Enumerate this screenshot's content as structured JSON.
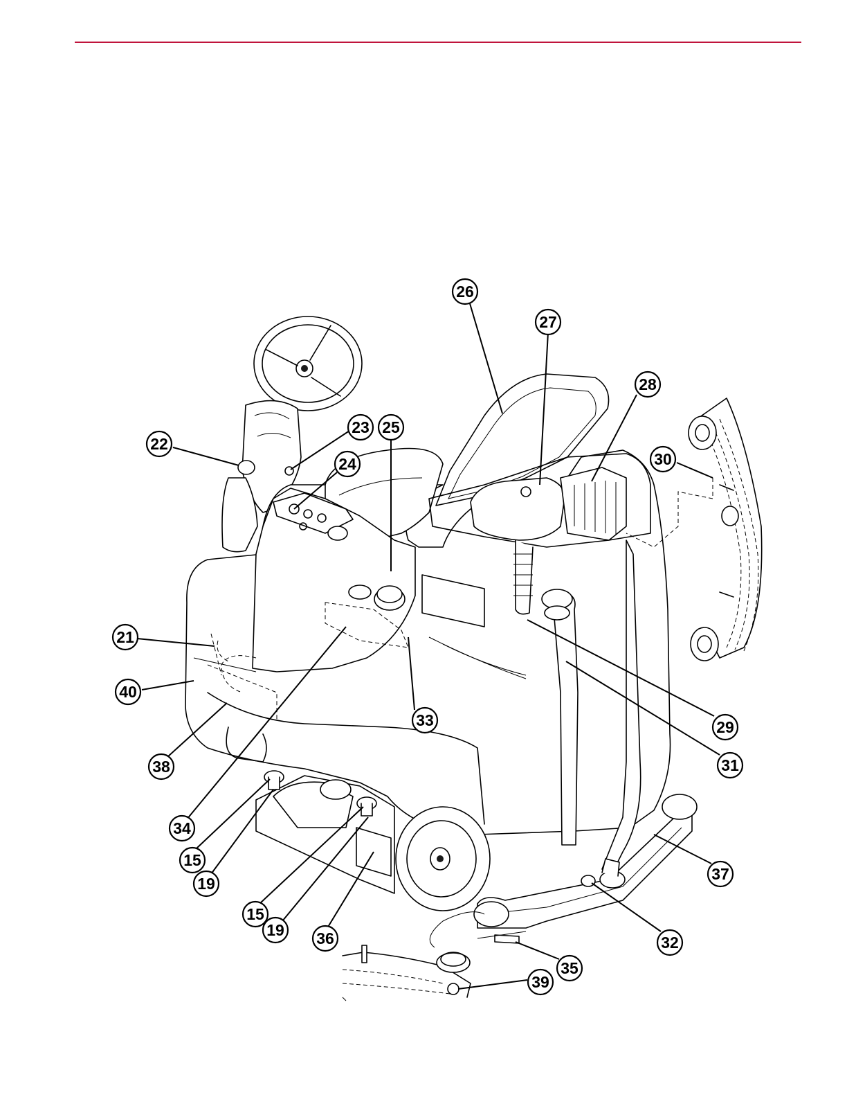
{
  "colors": {
    "header_rule": "#c0143c",
    "ink": "#000000"
  },
  "callouts": [
    {
      "id": "c26",
      "label": "26"
    },
    {
      "id": "c27",
      "label": "27"
    },
    {
      "id": "c28",
      "label": "28"
    },
    {
      "id": "c30",
      "label": "30"
    },
    {
      "id": "c22",
      "label": "22"
    },
    {
      "id": "c23",
      "label": "23"
    },
    {
      "id": "c25",
      "label": "25"
    },
    {
      "id": "c24",
      "label": "24"
    },
    {
      "id": "c21",
      "label": "21"
    },
    {
      "id": "c40",
      "label": "40"
    },
    {
      "id": "c33",
      "label": "33"
    },
    {
      "id": "c29",
      "label": "29"
    },
    {
      "id": "c31",
      "label": "31"
    },
    {
      "id": "c38",
      "label": "38"
    },
    {
      "id": "c34",
      "label": "34"
    },
    {
      "id": "c15a",
      "label": "15"
    },
    {
      "id": "c19a",
      "label": "19"
    },
    {
      "id": "c15b",
      "label": "15"
    },
    {
      "id": "c19b",
      "label": "19"
    },
    {
      "id": "c36",
      "label": "36"
    },
    {
      "id": "c37",
      "label": "37"
    },
    {
      "id": "c32",
      "label": "32"
    },
    {
      "id": "c35",
      "label": "35"
    },
    {
      "id": "c39",
      "label": "39"
    }
  ]
}
